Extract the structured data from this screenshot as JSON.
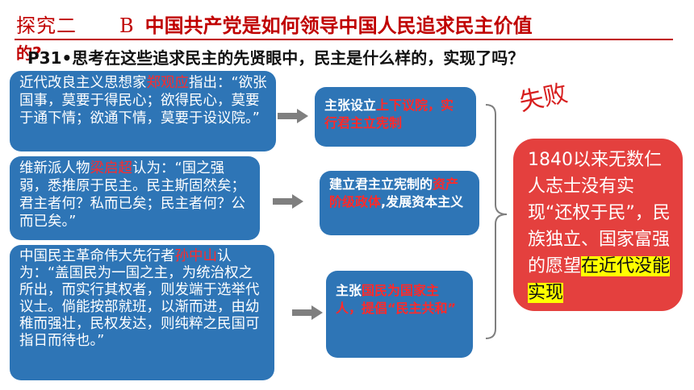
{
  "header": {
    "section": "探究二",
    "letter": "B",
    "title": "中国共产党是如何领导中国人民追求民主价值",
    "title_overflow": "的?",
    "question": "P31•思考在这些追求民主的先贤眼中，民主是什么样的，实现了吗？"
  },
  "quotes": [
    {
      "prefix": "近代改良主义思想家",
      "name": "郑观应",
      "suffix": "指出：",
      "body": "“欲张国事，莫要于得民心；欲得民心，莫要于通下情；欲通下情，莫要于设议院。”"
    },
    {
      "prefix": "维新派人物",
      "name": "梁启超",
      "suffix": "认为：",
      "body": "“国之强弱，悉推原于民主。民主斯固然矣；君主者何？私而已矣；民主者何？公而已矣。”"
    },
    {
      "prefix": "中国民主革命伟大先行者",
      "name": "孙中山",
      "suffix": "认为：",
      "body": "“盖国民为一国之主，为统治权之所出，而实行其权者，则发端于选举代议士。倘能按部就班，以渐而进，由幼稚而强壮，民权发达，则纯粹之民国可指日而待也。”"
    }
  ],
  "proposals": [
    {
      "a": "主张设立",
      "red": "上下议院，实行君主立宪制",
      "b": ""
    },
    {
      "a": "建立君主立宪制的",
      "red": "资产阶级政体",
      "b": ",发展资本主义"
    },
    {
      "a": "主张",
      "red": "国民为国家主人，提倡“民主共和”",
      "b": ""
    }
  ],
  "verdict": "失败",
  "conclusion": {
    "main": "1840以来无数仁人志士没有实现“还权于民”，民族独立、国家富强的愿望",
    "highlight": "在近代没能实现"
  },
  "colors": {
    "blue": "#2e75b6",
    "red": "#e4403e",
    "title_red": "#c00000",
    "highlight": "#ffff00"
  }
}
